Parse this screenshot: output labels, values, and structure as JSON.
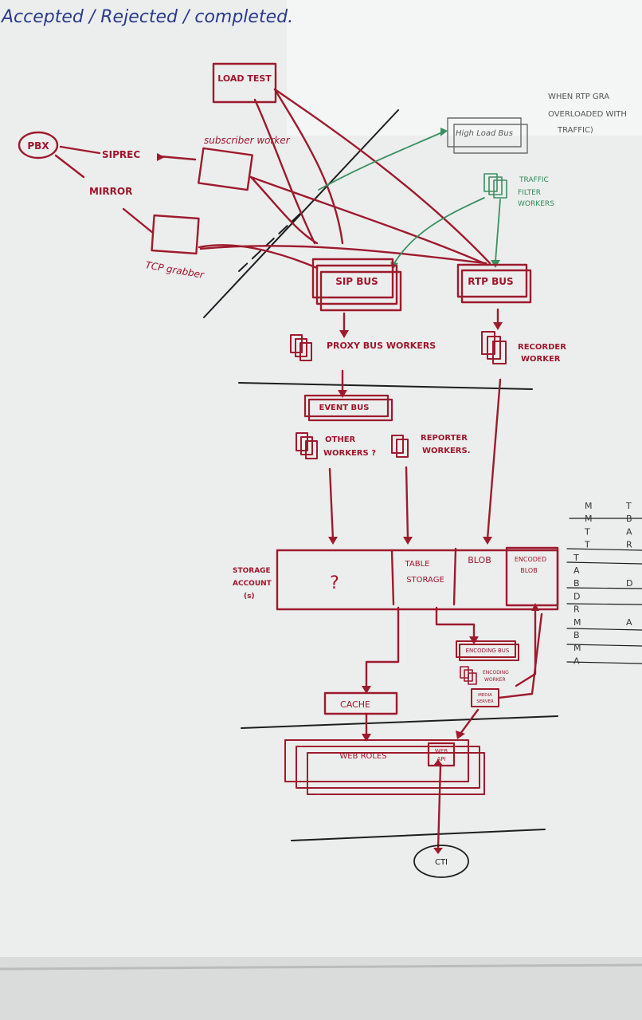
{
  "header_note": "Accepted / Rejected / completed.",
  "nodes": {
    "load_test": "LOAD TEST",
    "high_load_bus": "High Load Bus",
    "when_rtp_note": [
      "WHEN RTP GRA",
      "OVERLOADED WITH",
      "TRAFFIC)"
    ],
    "pbx": "PBX",
    "siprec": "SIPREC",
    "mirror": "MIRROR",
    "subscriber_worker": "subscriber worker",
    "tcp_grabber": "TCP grabber",
    "traffic_filter_workers": [
      "TRAFFIC",
      "FILTER",
      "WORKERS"
    ],
    "sip_bus": "SIP BUS",
    "rtp_bus": "RTP BUS",
    "proxy_bus_workers": "PROXY BUS WORKERS",
    "recorder_worker": [
      "RECORDER",
      "WORKER"
    ],
    "event_bus": "EVENT BUS",
    "other_workers": [
      "OTHER",
      "WORKERS ?"
    ],
    "reporter_workers": [
      "REPORTER",
      "WORKERS."
    ],
    "storage_account": [
      "STORAGE",
      "ACCOUNT",
      "(s)"
    ],
    "storage_unknown": "?",
    "table_storage": [
      "TABLE",
      "STORAGE"
    ],
    "blob": "BLOB",
    "encoded_blob": [
      "ENCODED",
      "BLOB"
    ],
    "encoding_bus": "ENCODING BUS",
    "encoding_worker": [
      "ENCODING",
      "WORKER"
    ],
    "media_server": [
      "MEDIA",
      "SERVER"
    ],
    "cache": "CACHE",
    "web_roles": "WEB ROLES",
    "web_api": [
      "WEB",
      "API"
    ],
    "cti": "CTI"
  },
  "side_letters": [
    [
      "M",
      "T"
    ],
    [
      "M",
      "B"
    ],
    [
      "T",
      "A"
    ],
    [
      "T",
      "R"
    ],
    [
      "T",
      ""
    ],
    [
      "A",
      ""
    ],
    [
      "B",
      "D"
    ],
    [
      "D",
      ""
    ],
    [
      "R",
      ""
    ],
    [
      "M",
      "A"
    ],
    [
      "B",
      ""
    ],
    [
      "M",
      ""
    ],
    [
      "A",
      ""
    ]
  ],
  "colors": {
    "red_marker": "#9e1a2c",
    "black_marker": "#1d1d1f",
    "green_marker": "#3a9060",
    "blue_marker": "#2a3a8c",
    "board": "#eceeee"
  }
}
